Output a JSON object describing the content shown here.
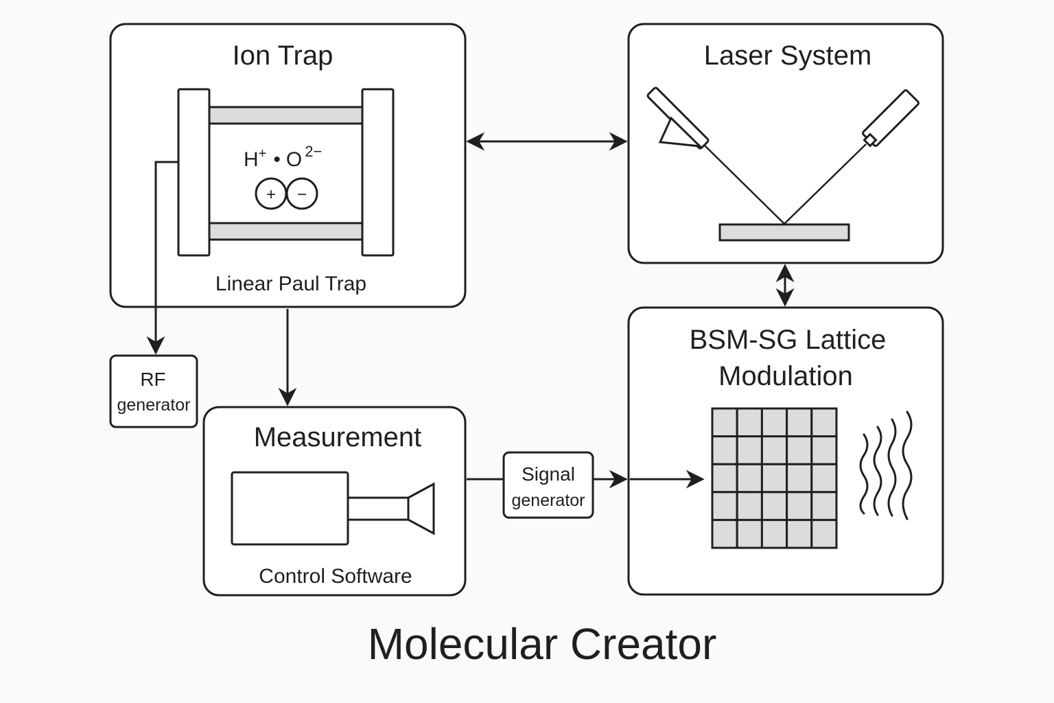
{
  "title": "Molecular Creator",
  "ion_trap": {
    "title": "Ion Trap",
    "subtitle": "Linear Paul Trap",
    "formula_h": "H",
    "formula_h_charge": "+",
    "formula_dot": "•",
    "formula_o": "O",
    "formula_o_charge": "2−",
    "plus_sign": "+",
    "minus_sign": "−"
  },
  "laser_system": {
    "title": "Laser System"
  },
  "lattice": {
    "title_line1": "BSM-SG Lattice",
    "title_line2": "Modulation",
    "grid_rows": 5,
    "grid_cols": 5
  },
  "measurement": {
    "title": "Measurement",
    "subtitle": "Control Software"
  },
  "rf_generator": {
    "line1": "RF",
    "line2": "generator"
  },
  "signal_generator": {
    "line1": "Signal",
    "line2": "generator"
  },
  "colors": {
    "stroke": "#1f1f1f",
    "fill_gray": "#dcdcdc",
    "background": "#fafafa"
  }
}
